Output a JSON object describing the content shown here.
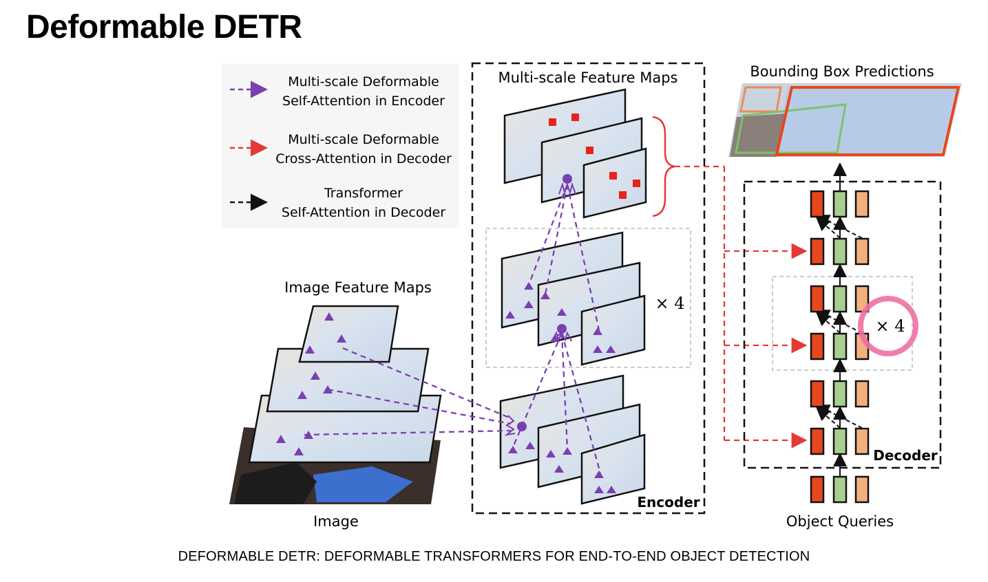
{
  "title": "Deformable DETR",
  "legend": {
    "items": [
      {
        "line1": "Multi-scale Deformable",
        "line2": "Self-Attention in Encoder",
        "color": "#7a3fb0"
      },
      {
        "line1": "Multi-scale Deformable",
        "line2": "Cross-Attention in Decoder",
        "color": "#e53935"
      },
      {
        "line1": "Transformer",
        "line2": "Self-Attention in Decoder",
        "color": "#111111"
      }
    ]
  },
  "labels": {
    "multiscale_feature_maps": "Multi-scale Feature Maps",
    "bounding_box_predictions": "Bounding Box Predictions",
    "image_feature_maps": "Image Feature Maps",
    "image": "Image",
    "encoder": "Encoder",
    "decoder": "Decoder",
    "object_queries": "Object Queries",
    "encoder_repeat": "× 4",
    "decoder_repeat": "× 4"
  },
  "colors": {
    "query_red": "#e8471b",
    "query_green": "#a9cf8e",
    "query_orange": "#f3b07e",
    "highlight_pink": "#ee6fa3",
    "photo_blue": "#8fb1dd"
  },
  "caption": "DEFORMABLE DETR: DEFORMABLE TRANSFORMERS FOR END-TO-END OBJECT DETECTION"
}
